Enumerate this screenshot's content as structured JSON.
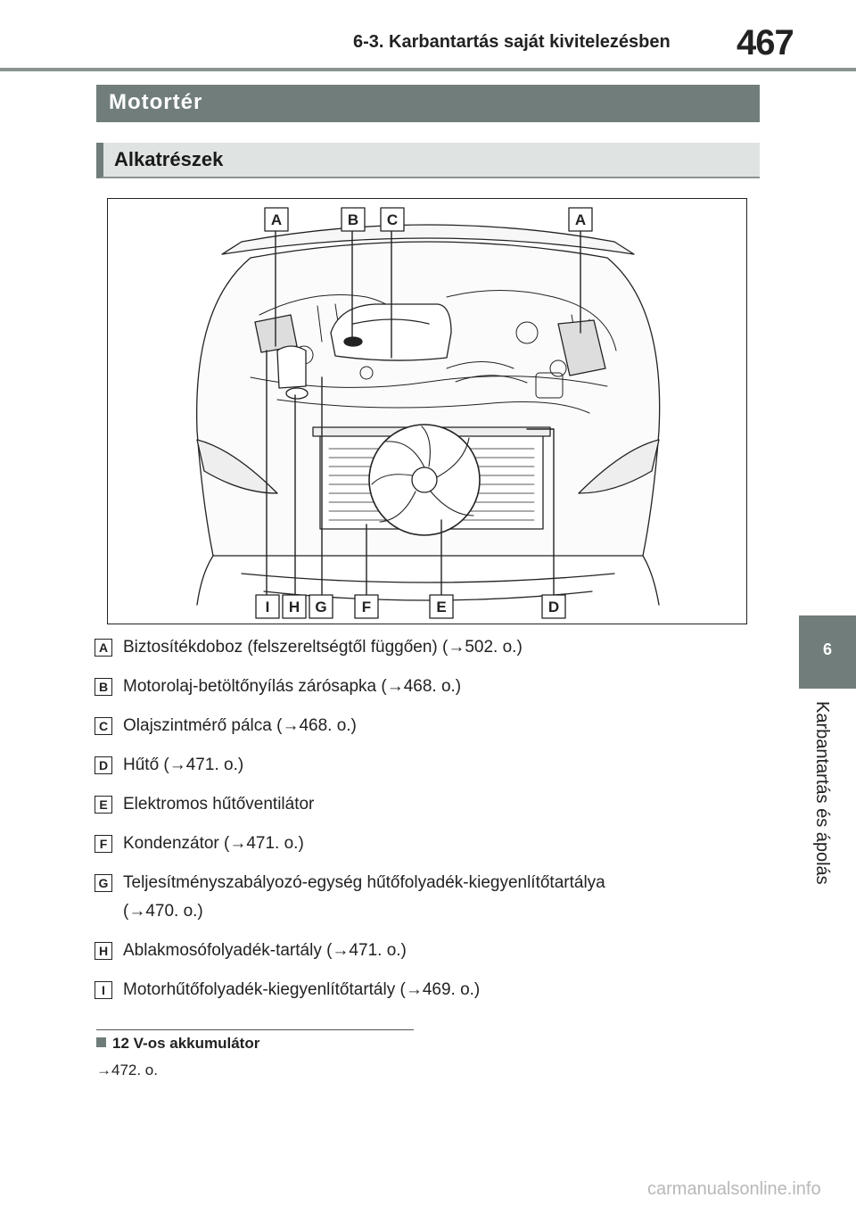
{
  "header": {
    "section_title": "6-3. Karbantartás saját kivitelezésben",
    "page_number": "467"
  },
  "section_title": "Motortér",
  "subsection_title": "Alkatrészek",
  "side_tab": {
    "chapter_number": "6",
    "chapter_title": "Karbantartás és ápolás"
  },
  "figure": {
    "top_callouts": [
      "A",
      "B",
      "C",
      "A"
    ],
    "bottom_callouts": [
      "I",
      "H",
      "G",
      "F",
      "E",
      "D"
    ]
  },
  "legend": [
    {
      "letter": "A",
      "text": "Biztosítékdoboz (felszereltségtől függően) (→502. o.)"
    },
    {
      "letter": "B",
      "text": "Motorolaj-betöltőnyílás zárósapka (→468. o.)"
    },
    {
      "letter": "C",
      "text": "Olajszintmérő pálca (→468. o.)"
    },
    {
      "letter": "D",
      "text": "Hűtő (→471. o.)"
    },
    {
      "letter": "E",
      "text": "Elektromos hűtőventilátor"
    },
    {
      "letter": "F",
      "text": "Kondenzátor (→471. o.)"
    },
    {
      "letter": "G",
      "text": "Teljesítményszabályozó-egység hűtőfolyadék-kiegyenlítőtartálya",
      "text2": "(→470. o.)"
    },
    {
      "letter": "H",
      "text": "Ablakmosófolyadék-tartály (→471. o.)"
    },
    {
      "letter": "I",
      "text": "Motorhűtőfolyadék-kiegyenlítőtartály (→469. o.)"
    }
  ],
  "footnote": {
    "heading": "12 V-os akkumulátor",
    "reference": "→472. o."
  },
  "watermark": "carmanualsonline.info"
}
